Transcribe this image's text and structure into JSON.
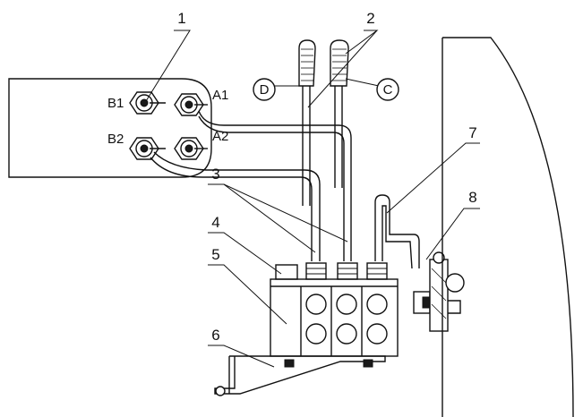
{
  "callouts": [
    "1",
    "2",
    "3",
    "4",
    "5",
    "6",
    "7",
    "8"
  ],
  "ports": {
    "b1": "B1",
    "a1": "A1",
    "b2": "B2",
    "a2": "A2"
  },
  "levers": {
    "left": "D",
    "right": "C"
  }
}
